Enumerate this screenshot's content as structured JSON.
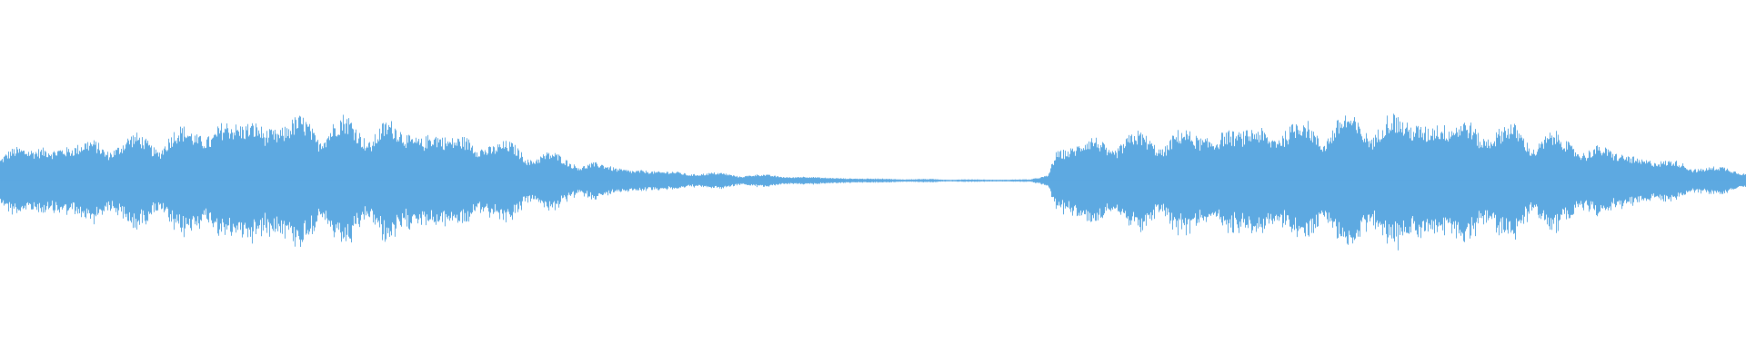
{
  "waveform": {
    "color": "#5DA9E1",
    "background": "#FFFFFF",
    "envelope": [
      [
        0.0,
        0.22
      ],
      [
        0.02,
        0.26
      ],
      [
        0.04,
        0.28
      ],
      [
        0.06,
        0.3
      ],
      [
        0.08,
        0.32
      ],
      [
        0.1,
        0.36
      ],
      [
        0.12,
        0.42
      ],
      [
        0.14,
        0.46
      ],
      [
        0.16,
        0.44
      ],
      [
        0.18,
        0.46
      ],
      [
        0.2,
        0.44
      ],
      [
        0.22,
        0.42
      ],
      [
        0.24,
        0.38
      ],
      [
        0.26,
        0.34
      ],
      [
        0.28,
        0.3
      ],
      [
        0.3,
        0.24
      ],
      [
        0.32,
        0.18
      ],
      [
        0.34,
        0.13
      ],
      [
        0.36,
        0.09
      ],
      [
        0.38,
        0.07
      ],
      [
        0.4,
        0.06
      ],
      [
        0.42,
        0.05
      ],
      [
        0.44,
        0.04
      ],
      [
        0.46,
        0.03
      ],
      [
        0.48,
        0.02
      ],
      [
        0.5,
        0.015
      ],
      [
        0.52,
        0.012
      ],
      [
        0.54,
        0.01
      ],
      [
        0.56,
        0.008
      ],
      [
        0.58,
        0.008
      ],
      [
        0.59,
        0.01
      ],
      [
        0.6,
        0.04
      ],
      [
        0.605,
        0.26
      ],
      [
        0.62,
        0.3
      ],
      [
        0.64,
        0.32
      ],
      [
        0.66,
        0.34
      ],
      [
        0.68,
        0.36
      ],
      [
        0.7,
        0.38
      ],
      [
        0.72,
        0.4
      ],
      [
        0.74,
        0.42
      ],
      [
        0.76,
        0.44
      ],
      [
        0.78,
        0.46
      ],
      [
        0.8,
        0.48
      ],
      [
        0.82,
        0.46
      ],
      [
        0.84,
        0.44
      ],
      [
        0.86,
        0.4
      ],
      [
        0.88,
        0.36
      ],
      [
        0.9,
        0.3
      ],
      [
        0.92,
        0.24
      ],
      [
        0.94,
        0.18
      ],
      [
        0.96,
        0.14
      ],
      [
        0.98,
        0.1
      ],
      [
        1.0,
        0.08
      ]
    ]
  }
}
